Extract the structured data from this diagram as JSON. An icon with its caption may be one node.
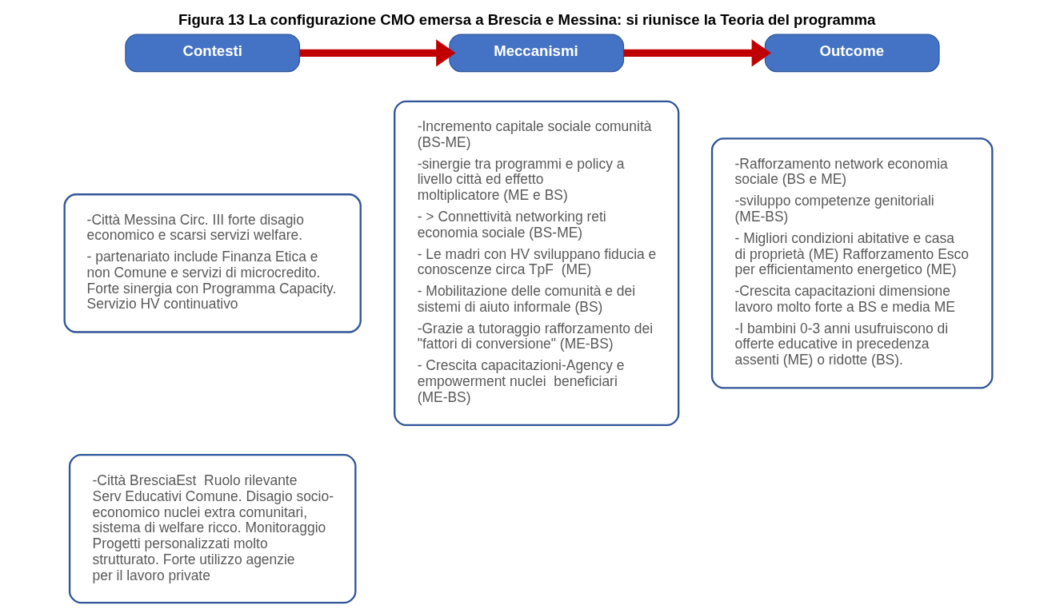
{
  "diagram": {
    "title": "Figura 13 La configurazione CMO emersa a Brescia e Messina: si riunisce la Teoria del programma",
    "nodes": [
      {
        "text": [
          "Contesti"
        ]
      },
      {
        "text": [
          "Meccanismi"
        ]
      },
      {
        "text": [
          "Outcome"
        ]
      },
      {
        "text": [
          "-Città Messina Circ. III forte disagio economico e scarsi servizi welfare.",
          "- partenariato include Finanza Etica e non Comune e servizi di microcredito. Forte sinergia con Programma Capacity. Servizio HV continuativo"
        ]
      },
      {
        "text": [
          "-Città BresciaEst  Ruolo rilevante Serv Educativi Comune. Disagio socio- economico nuclei extra comunitari, sistema di welfare ricco. Monitoraggio Progetti personalizzati molto strutturato. Forte utilizzo agenzie per il lavoro private"
        ]
      },
      {
        "text": [
          "-Incremento capitale sociale comunità (BS-ME)",
          "-sinergie tra programmi e policy a livello città ed effetto moltiplicatore (ME e BS)",
          "- > Connettività networking reti economia sociale (BS-ME)",
          "- Le madri con HV sviluppano fiducia e conoscenze circa TpF  (ME)",
          "- Mobilitazione delle comunità e dei sistemi di aiuto informale (BS)",
          "-Grazie a tutoraggio rafforzamento dei \"fattori di conversione\" (ME-BS)",
          "- Crescita capacitazioni-Agency e empowerment nuclei  beneficiari (ME-BS)"
        ]
      },
      {
        "text": [
          "-Rafforzamento network economia sociale (BS e ME)",
          "-sviluppo competenze genitoriali (ME-BS)",
          "- Migliori condizioni abitative e casa di proprietà (ME) Rafforzamento Esco per efficientamento energetico (ME)",
          "-Crescita capacitazioni dimensione lavoro molto forte a BS e media ME",
          "-I bambini 0-3 anni usufruiscono di offerte educative in precedenza assenti (ME) o ridotte (BS)."
        ]
      }
    ],
    "edges": [
      {
        "from": 0,
        "to": 1,
        "arrow": "to"
      },
      {
        "from": 1,
        "to": 2,
        "arrow": "to"
      }
    ]
  }
}
